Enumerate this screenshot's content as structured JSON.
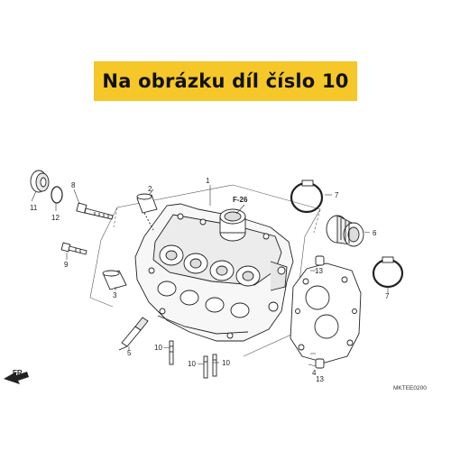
{
  "banner": {
    "text": "Na obrázku díl číslo 10"
  },
  "diagram": {
    "code": "MKTEE0200",
    "ref": "F-26",
    "front": "FR.",
    "labels": {
      "l1": "1",
      "l2": "2",
      "l3": "3",
      "l4": "4",
      "l5": "5",
      "l6": "6",
      "l7a": "7",
      "l7b": "7",
      "l8": "8",
      "l9": "9",
      "l10a": "10",
      "l10b": "10",
      "l10c": "10",
      "l11": "11",
      "l12": "12",
      "l13a": "13",
      "l13b": "13"
    }
  },
  "colors": {
    "banner": "#f5c728",
    "line": "#222222"
  }
}
